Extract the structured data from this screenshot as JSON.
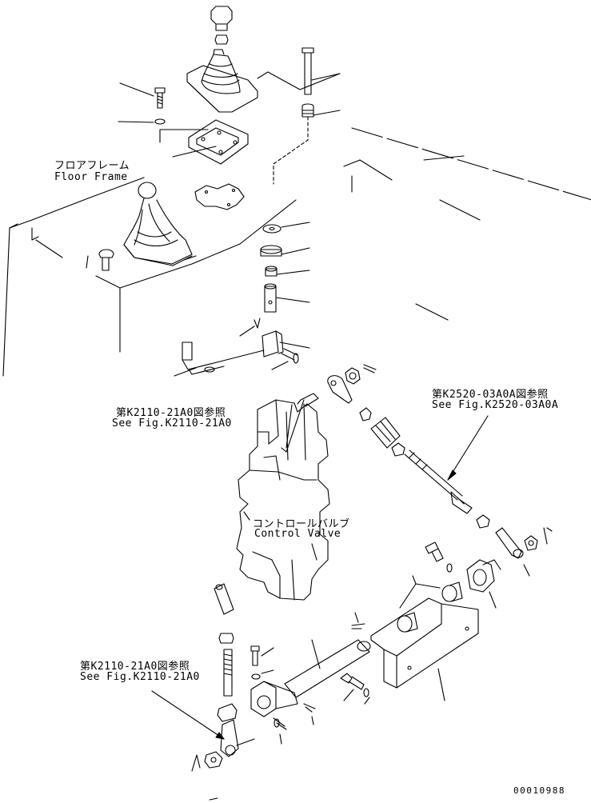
{
  "labels": {
    "floor_frame_jp": "フロアフレーム",
    "floor_frame_en": "Floor Frame",
    "ref1_jp": "第K2110-21A0図参照",
    "ref1_en": "See Fig.K2110-21A0",
    "ref2_jp": "第K2520-03A0A図参照",
    "ref2_en": "See Fig.K2520-03A0A",
    "valve_jp": "コントロールバルブ",
    "valve_en": "Control Valve",
    "ref3_jp": "第K2110-21A0図参照",
    "ref3_en": "See Fig.K2110-21A0",
    "drawing_number": "00010988"
  }
}
